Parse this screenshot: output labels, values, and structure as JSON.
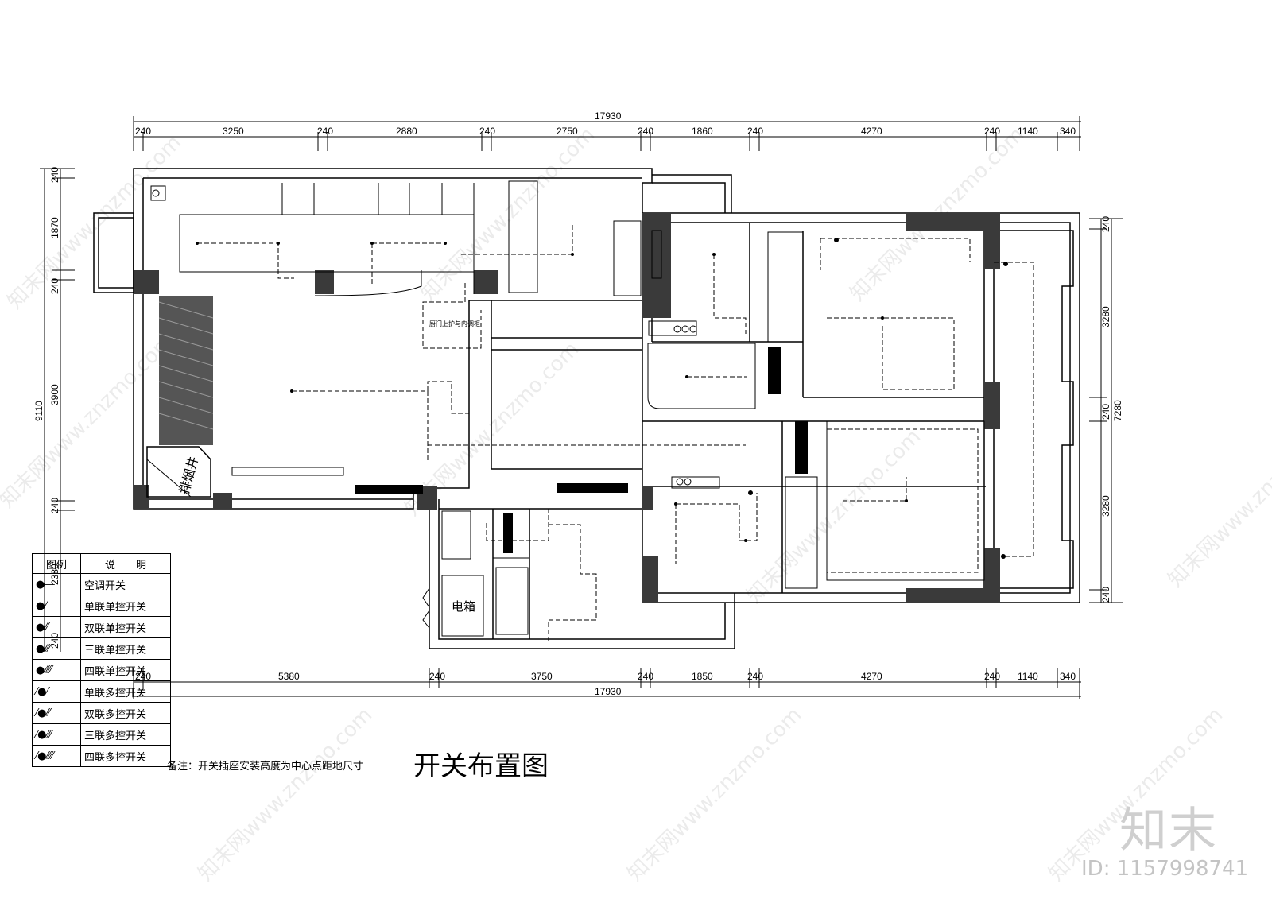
{
  "title": "开关布置图",
  "note": "备注：开关插座安装高度为中心点距地尺寸",
  "brand": "知末",
  "image_id": "ID: 1157998741",
  "watermark_text": "知末网www.znzmo.com",
  "dims": {
    "top_total": "17930",
    "top": [
      "240",
      "3250",
      "240",
      "2880",
      "240",
      "2750",
      "240",
      "1860",
      "240",
      "4270",
      "240",
      "1140",
      "340"
    ],
    "bottom": [
      "240",
      "5380",
      "240",
      "3750",
      "240",
      "1850",
      "240",
      "4270",
      "240",
      "1140",
      "340"
    ],
    "bottom_total": "17930",
    "left_total": "9110",
    "left": [
      "240",
      "1870",
      "240",
      "3900",
      "240",
      "2380",
      "240"
    ],
    "right_total": "7280",
    "right": [
      "240",
      "3280",
      "240",
      "3280",
      "240"
    ]
  },
  "labels": {
    "smoke_shaft": "排烟井",
    "small_text": "厨门上护与内调柜",
    "meter": "电箱"
  },
  "legend": {
    "header_symbol": "图例",
    "header_desc": "说　　明",
    "rows": [
      "空调开关",
      "单联单控开关",
      "双联单控开关",
      "三联单控开关",
      "四联单控开关",
      "单联多控开关",
      "双联多控开关",
      "三联多控开关",
      "四联多控开关"
    ]
  },
  "colors": {
    "line": "#000000",
    "wall": "#3a3a3a",
    "watermark": "#c8c8c8"
  }
}
